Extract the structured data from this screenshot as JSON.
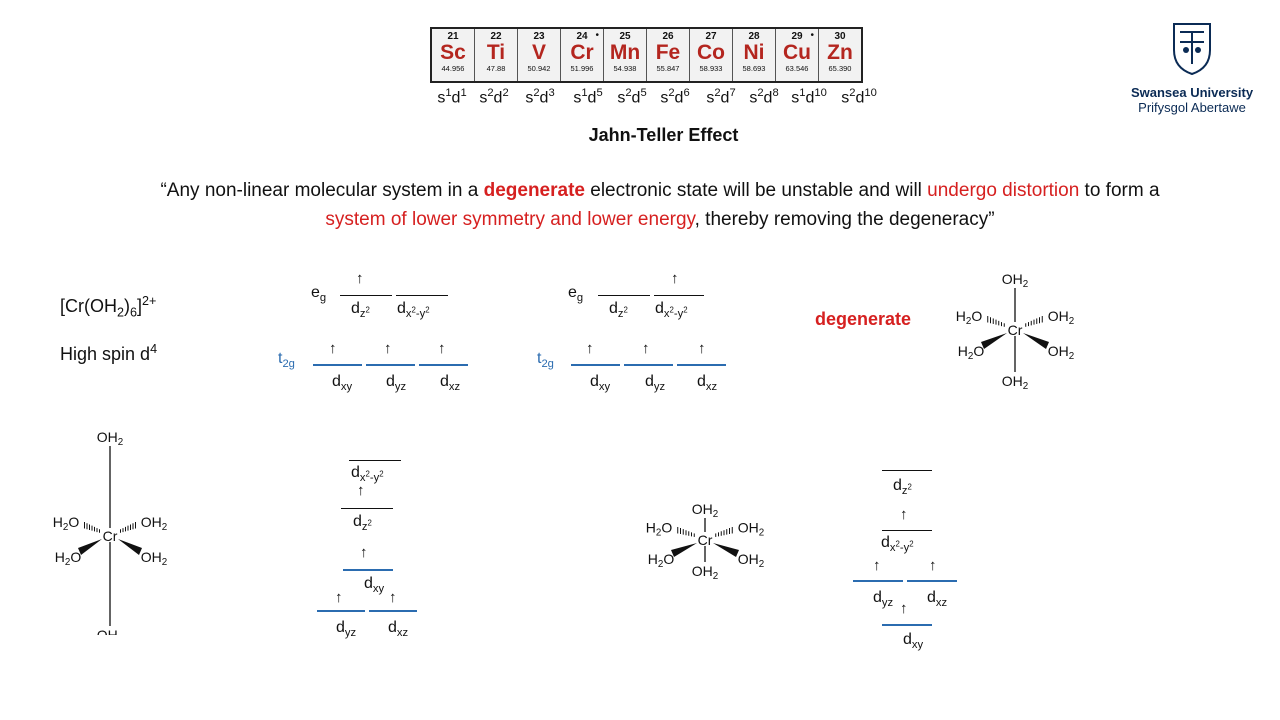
{
  "elements": [
    {
      "number": "21",
      "symbol": "Sc",
      "mass": "44.956",
      "dot": ""
    },
    {
      "number": "22",
      "symbol": "Ti",
      "mass": "47.88",
      "dot": ""
    },
    {
      "number": "23",
      "symbol": "V",
      "mass": "50.942",
      "dot": ""
    },
    {
      "number": "24",
      "symbol": "Cr",
      "mass": "51.996",
      "dot": "•"
    },
    {
      "number": "25",
      "symbol": "Mn",
      "mass": "54.938",
      "dot": ""
    },
    {
      "number": "26",
      "symbol": "Fe",
      "mass": "55.847",
      "dot": ""
    },
    {
      "number": "27",
      "symbol": "Co",
      "mass": "58.933",
      "dot": ""
    },
    {
      "number": "28",
      "symbol": "Ni",
      "mass": "58.693",
      "dot": ""
    },
    {
      "number": "29",
      "symbol": "Cu",
      "mass": "63.546",
      "dot": "•"
    },
    {
      "number": "30",
      "symbol": "Zn",
      "mass": "65.390",
      "dot": ""
    }
  ],
  "configs": [
    {
      "s": "1",
      "d": "1",
      "w": 40
    },
    {
      "s": "2",
      "d": "2",
      "w": 44
    },
    {
      "s": "2",
      "d": "3",
      "w": 48
    },
    {
      "s": "1",
      "d": "5",
      "w": 48
    },
    {
      "s": "2",
      "d": "5",
      "w": 40
    },
    {
      "s": "2",
      "d": "6",
      "w": 46
    },
    {
      "s": "2",
      "d": "7",
      "w": 46
    },
    {
      "s": "2",
      "d": "8",
      "w": 40
    },
    {
      "s": "1",
      "d": "10",
      "w": 50
    },
    {
      "s": "2",
      "d": "10",
      "w": 50
    }
  ],
  "logo": {
    "line1": "Swansea University",
    "line2": "Prifysgol Abertawe"
  },
  "title": "Jahn-Teller Effect",
  "quote": {
    "p1": "“Any non-linear molecular system in a ",
    "h1": "degenerate",
    "p2": " electronic state will be unstable and will ",
    "h2": "undergo distortion",
    "p3": " to form a ",
    "h3": "system of lower symmetry and lower energy",
    "p4": ", thereby removing the degeneracy”"
  },
  "complex": {
    "formula_pre": "[Cr(OH",
    "sub1": "2",
    "mid": ")",
    "sub2": "6",
    "close": "]",
    "charge": "2+",
    "spin_text": "High spin d",
    "spin_sup": "4"
  },
  "degenerate_label": "degenerate",
  "arrow": "↑",
  "orb": {
    "eg": "e",
    "eg_sub": "g",
    "t2g": "t",
    "t2g_sub": "2g",
    "d": "d",
    "z2": "z2",
    "x2y2": "x2-y2",
    "xy": "xy",
    "yz": "yz",
    "xz": "xz"
  },
  "mol": {
    "oh2": "OH",
    "h2o": "H",
    "o": "O",
    "two": "2",
    "cr": "Cr"
  },
  "colors": {
    "element_red": "#b4261f",
    "highlight_red": "#d62020",
    "t2g_blue": "#2b6cb0",
    "logo_navy": "#0b2b55"
  }
}
